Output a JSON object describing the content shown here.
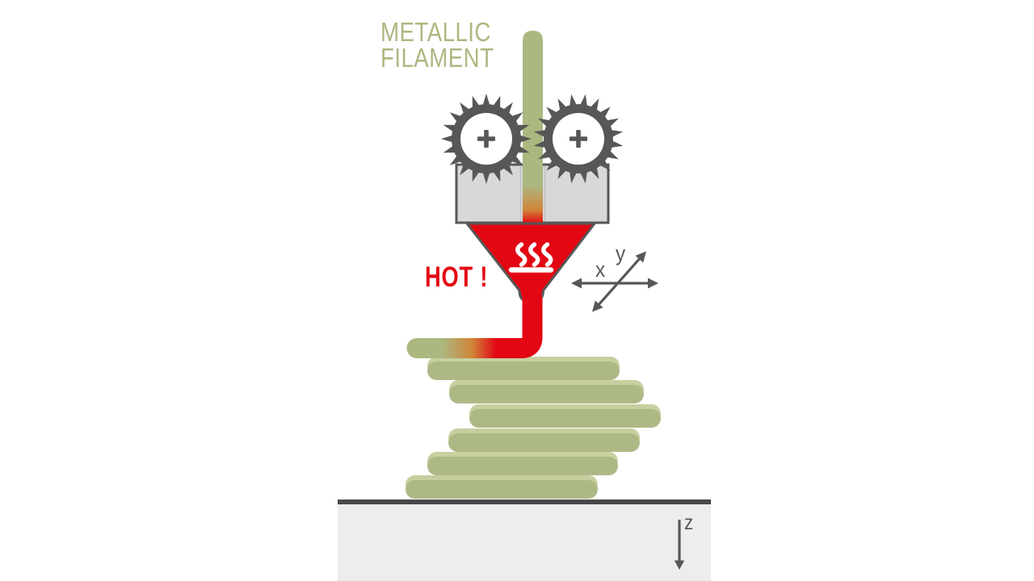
{
  "figure": {
    "title_line1": "METALLIC",
    "title_line2": "FILAMENT",
    "hot_label": "HOT !",
    "axis_x_label": "x",
    "axis_y_label": "y",
    "axis_z_label": "z"
  },
  "icons": {
    "gear": "gear-icon",
    "heat": "heat-waves-icon",
    "axis_x": "double-arrow-horizontal-icon",
    "axis_y": "double-arrow-diagonal-icon",
    "axis_z": "arrow-down-icon"
  },
  "colors": {
    "filament_green": "#abb880",
    "layer_green": "#adb985",
    "layer_green_light": "#c7cfa0",
    "hot_red": "#e30613",
    "orange_mid": "#d0853a",
    "dark_gray": "#575756",
    "block_gray": "#d8d8d8",
    "channel_gray": "#bfbfbf",
    "platform_gray": "#ededed",
    "platform_edge": "#484848",
    "white": "#ffffff"
  },
  "gears": {
    "teeth": 20,
    "plus_symbol": "+"
  }
}
